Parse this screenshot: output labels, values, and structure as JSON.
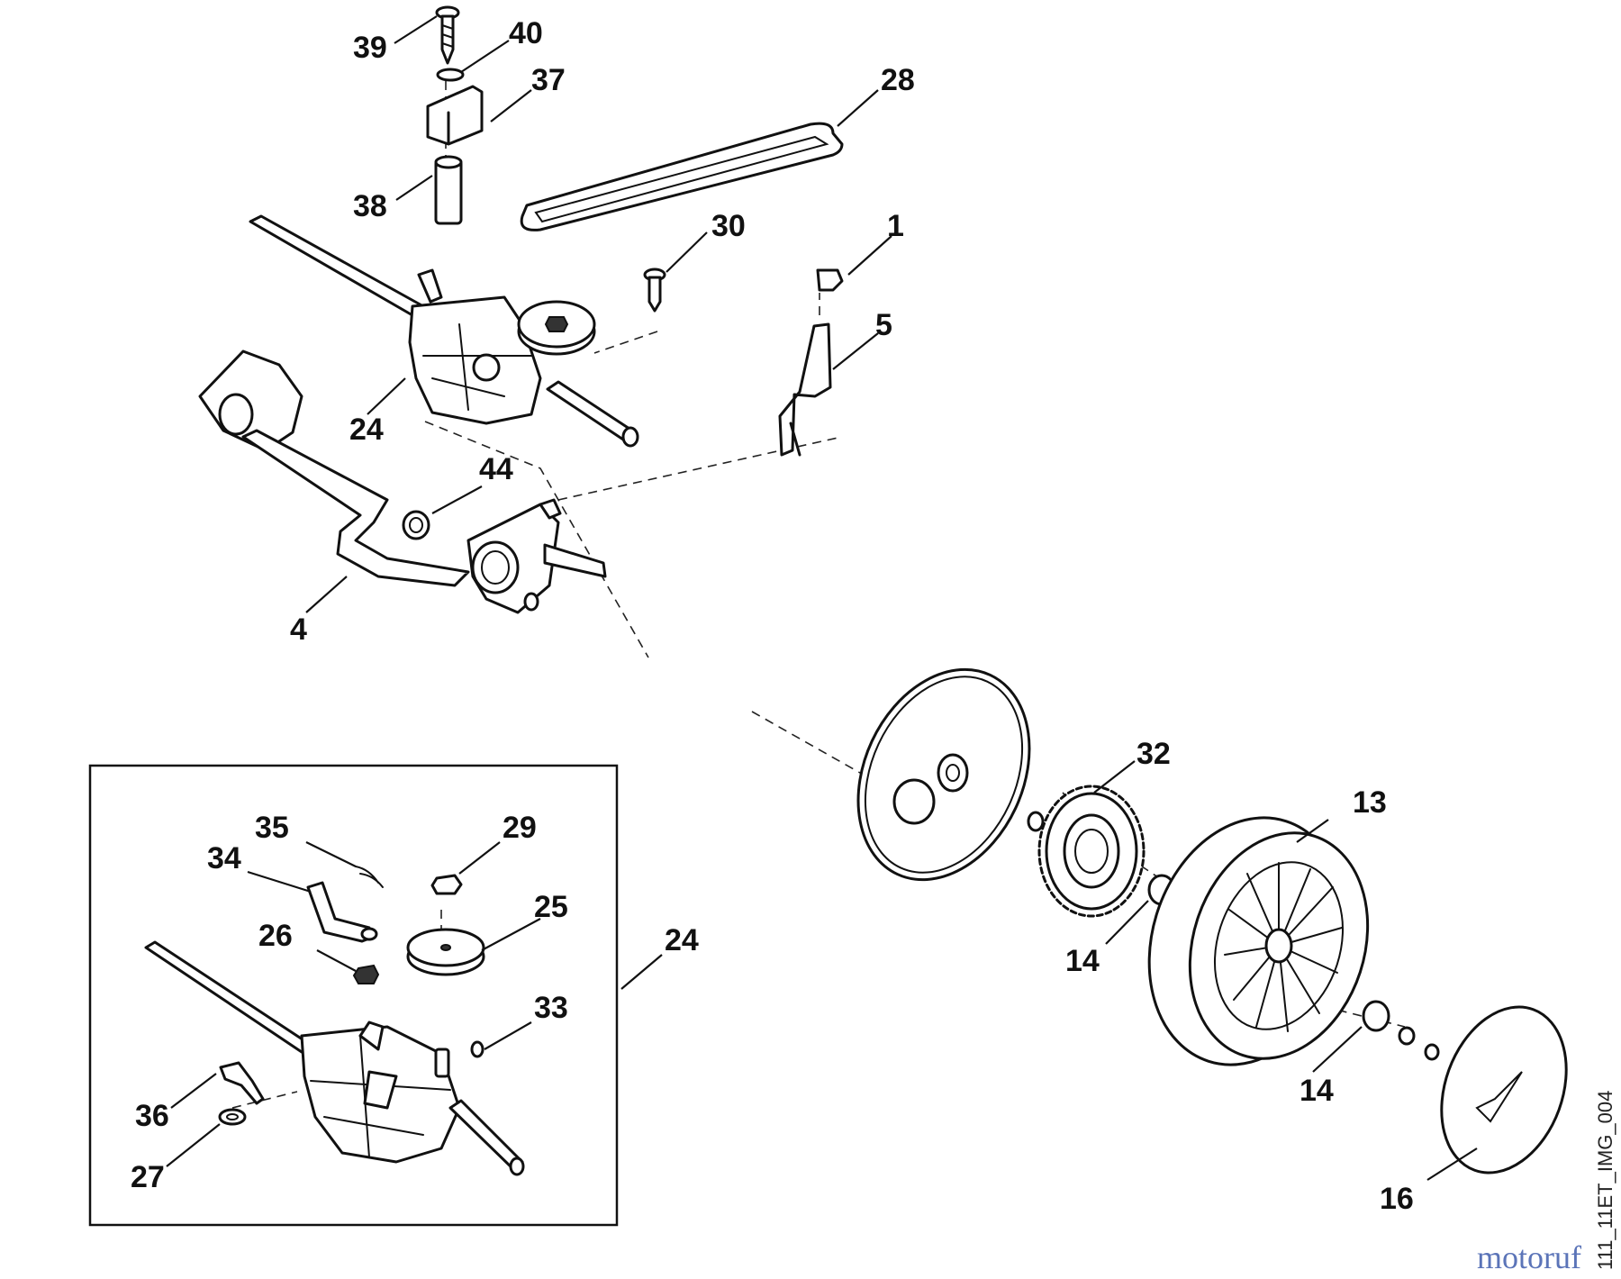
{
  "labels": {
    "p39": "39",
    "p40": "40",
    "p37": "37",
    "p38": "38",
    "p28": "28",
    "p30": "30",
    "p1": "1",
    "p5": "5",
    "p24_top": "24",
    "p44": "44",
    "p4": "4",
    "p32": "32",
    "p13": "13",
    "p14_a": "14",
    "p14_b": "14",
    "p16": "16",
    "p35": "35",
    "p34": "34",
    "p29": "29",
    "p25": "25",
    "p26": "26",
    "p24_inset": "24",
    "p33": "33",
    "p36": "36",
    "p27": "27"
  },
  "image_ref": "111_11ET_IMG_004",
  "logo": "motoruf"
}
